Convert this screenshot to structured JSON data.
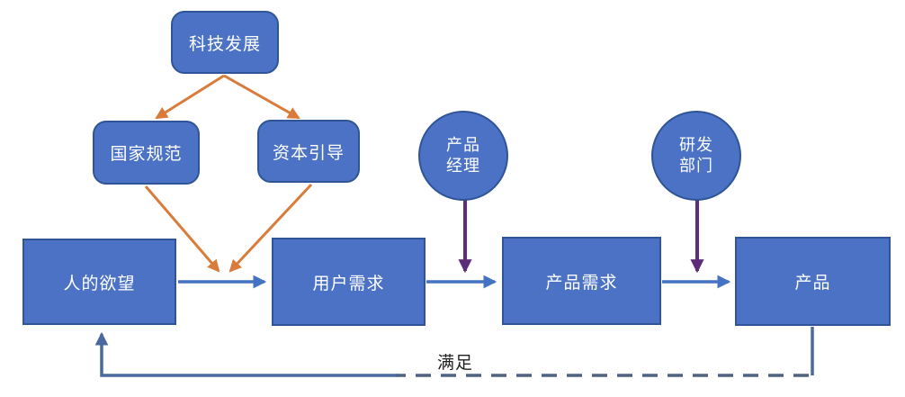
{
  "colors": {
    "node_fill": "#4B72C4",
    "node_border": "#2F5597",
    "node_text": "#FFFFFF",
    "arrow_blue": "#4472C4",
    "arrow_orange": "#D97C3B",
    "arrow_purple": "#5E2D79",
    "feedback_line": "#4A6A9F",
    "feedback_dash": "#4F6280",
    "label_text": "#1F1F1F"
  },
  "diagram": {
    "nodes": {
      "tech": {
        "label": "科技发展"
      },
      "national": {
        "label": "国家规范"
      },
      "capital": {
        "label": "资本引导"
      },
      "desire": {
        "label": "人的欲望"
      },
      "user_need": {
        "label": "用户需求"
      },
      "product_need": {
        "label": "产品需求"
      },
      "product": {
        "label": "产品"
      },
      "product_manager": {
        "label": "产品\n经理"
      },
      "rd_department": {
        "label": "研发\n部门"
      }
    },
    "labels": {
      "feedback": "满足"
    }
  }
}
